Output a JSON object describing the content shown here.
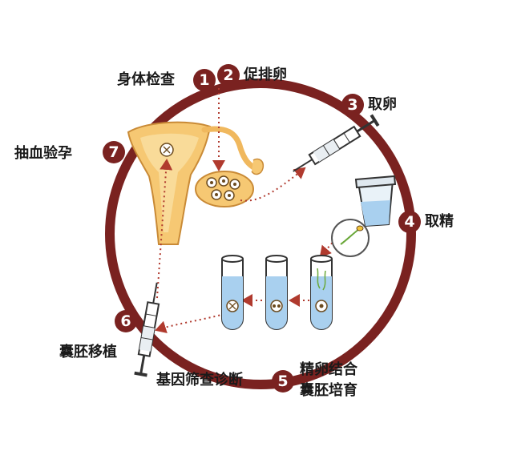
{
  "steps": [
    {
      "num": "1",
      "label": "身体检查"
    },
    {
      "num": "2",
      "label": "促排卵"
    },
    {
      "num": "3",
      "label": "取卵"
    },
    {
      "num": "4",
      "label": "取精"
    },
    {
      "num": "5",
      "label_line1": "精卵结合",
      "label_line2": "囊胚培育",
      "label_left": "基因筛查诊断"
    },
    {
      "num": "6",
      "label": "囊胚移植"
    },
    {
      "num": "7",
      "label": "抽血验孕"
    }
  ],
  "colors": {
    "ring": "#7a2220",
    "badge": "#7a2220",
    "dotted_arrow": "#b03a2e",
    "uterus": "#f6c873",
    "tube_liquid": "#a9d0ef"
  }
}
